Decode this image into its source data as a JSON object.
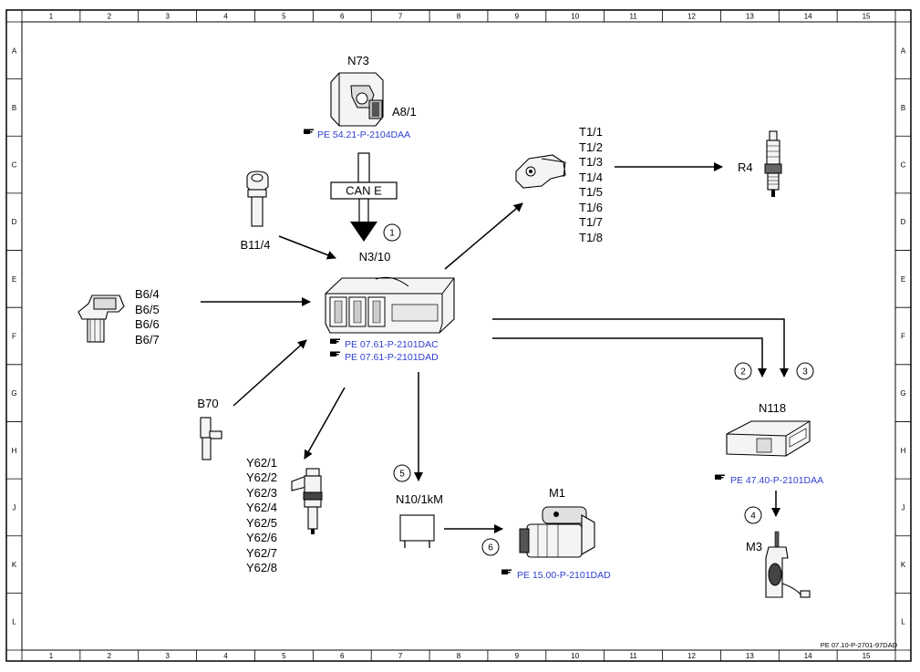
{
  "frame": {
    "columns": [
      "1",
      "2",
      "3",
      "4",
      "5",
      "6",
      "7",
      "8",
      "9",
      "10",
      "11",
      "12",
      "13",
      "14",
      "15"
    ],
    "rows": [
      "A",
      "B",
      "C",
      "D",
      "E",
      "F",
      "G",
      "H",
      "J",
      "K",
      "L"
    ]
  },
  "document_id": "PE 07.10-P-2701-97DAD",
  "components": {
    "n73": {
      "label": "N73",
      "sublabel": "A8/1",
      "ref": "PE 54.21-P-2104DAA"
    },
    "can": {
      "label": "CAN E"
    },
    "b11": {
      "label": "B11/4"
    },
    "n310": {
      "label": "N3/10",
      "ref1": "PE 07.61-P-2101DAC",
      "ref2": "PE 07.61-P-2101DAD"
    },
    "b6": {
      "labels": [
        "B6/4",
        "B6/5",
        "B6/6",
        "B6/7"
      ]
    },
    "b70": {
      "label": "B70"
    },
    "t1": {
      "labels": [
        "T1/1",
        "T1/2",
        "T1/3",
        "T1/4",
        "T1/5",
        "T1/6",
        "T1/7",
        "T1/8"
      ]
    },
    "r4": {
      "label": "R4"
    },
    "n118": {
      "label": "N118",
      "ref": "PE 47.40-P-2101DAA"
    },
    "m3": {
      "label": "M3"
    },
    "y62": {
      "labels": [
        "Y62/1",
        "Y62/2",
        "Y62/3",
        "Y62/4",
        "Y62/5",
        "Y62/6",
        "Y62/7",
        "Y62/8"
      ]
    },
    "n10": {
      "label": "N10/1kM"
    },
    "m1": {
      "label": "M1",
      "ref": "PE 15.00-P-2101DAD"
    }
  },
  "markers": [
    "1",
    "2",
    "3",
    "4",
    "5",
    "6"
  ],
  "icons": {
    "reference": "pointing-hand-icon"
  },
  "colors": {
    "reference_text": "#2e3fd0",
    "line": "#000000"
  }
}
